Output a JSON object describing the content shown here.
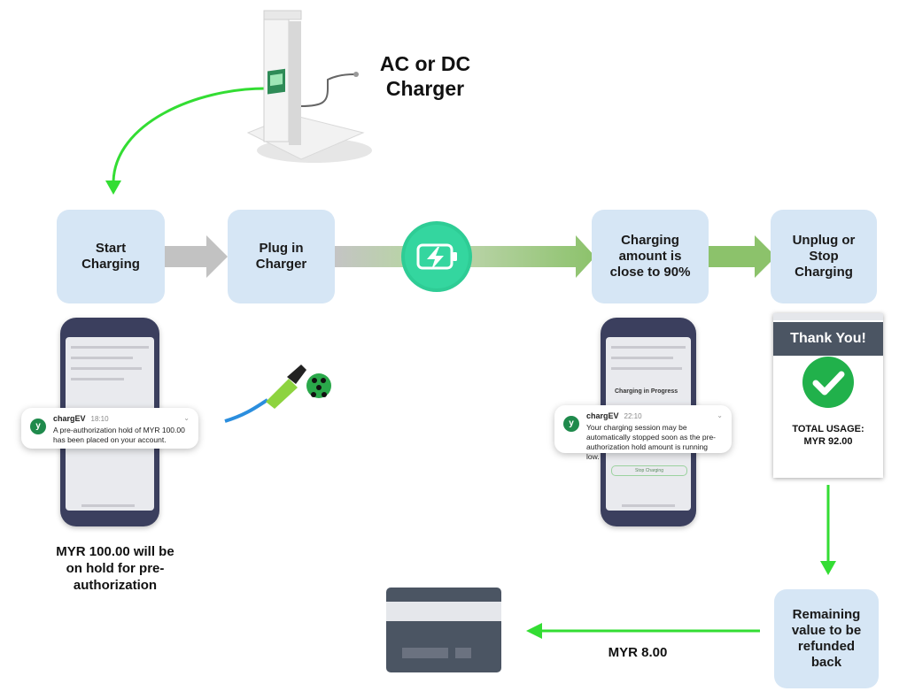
{
  "charger_title": "AC or DC Charger",
  "steps": [
    {
      "label": "Start Charging"
    },
    {
      "label": "Plug in Charger"
    },
    {
      "label": "Charging amount is close to 90%"
    },
    {
      "label": "Unplug or Stop Charging"
    },
    {
      "label": "Remaining value to be refunded back"
    }
  ],
  "notifications": [
    {
      "app": "chargEV",
      "time": "18:10",
      "message": "A pre-authorization hold of MYR 100.00 has been placed on your account."
    },
    {
      "app": "chargEV",
      "time": "22:10",
      "message": "Your charging session may be automatically stopped soon as the pre-authorization hold amount is running low."
    }
  ],
  "phone_screens": {
    "right_heading": "Charging in Progress",
    "right_button": "Stop Charging"
  },
  "thank_you": {
    "heading": "Thank You!",
    "usage_label": "TOTAL USAGE:",
    "usage_value": "MYR 92.00"
  },
  "hold_caption": "MYR 100.00 will be on hold for pre-authorization",
  "refund_amount": "MYR 8.00",
  "colors": {
    "step_box": "#d6e6f5",
    "arrow_green": "#33dd33",
    "battery_badge": "#2ecc95",
    "phone_body": "#3b3f5e",
    "card": "#4b5563",
    "check_green": "#21b14b"
  },
  "icons": [
    "charging-station-icon",
    "battery-charging-icon",
    "ev-plug-icon",
    "checkmark-icon",
    "credit-card-icon"
  ]
}
